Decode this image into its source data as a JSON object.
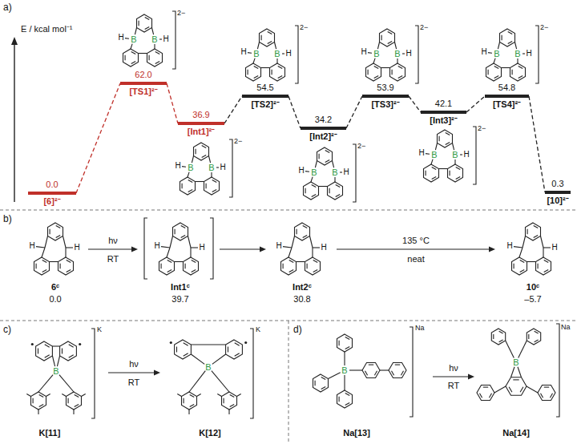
{
  "diagram": {
    "nodes": [
      {
        "text": [
          "0.0",
          "[6]²⁻"
        ]
      },
      {
        "text": [
          "62.0",
          "[TS1]²⁻"
        ]
      },
      {
        "text": [
          "36.9",
          "[Int1]²⁻"
        ]
      },
      {
        "text": [
          "54.5",
          "[TS2]²⁻"
        ]
      },
      {
        "text": [
          "34.2",
          "[Int2]²⁻"
        ]
      },
      {
        "text": [
          "53.9",
          "[TS3]²⁻"
        ]
      },
      {
        "text": [
          "42.1",
          "[Int3]²⁻"
        ]
      },
      {
        "text": [
          "54.8",
          "[TS4]²⁻"
        ]
      },
      {
        "text": [
          "0.3",
          "[10]²⁻"
        ]
      }
    ],
    "edges": [
      {
        "from": 0,
        "to": 1,
        "arrow": "none"
      },
      {
        "from": 1,
        "to": 2,
        "arrow": "none"
      },
      {
        "from": 2,
        "to": 3,
        "arrow": "none"
      },
      {
        "from": 3,
        "to": 4,
        "arrow": "none"
      },
      {
        "from": 4,
        "to": 5,
        "arrow": "none"
      },
      {
        "from": 5,
        "to": 6,
        "arrow": "none"
      },
      {
        "from": 6,
        "to": 7,
        "arrow": "none"
      },
      {
        "from": 7,
        "to": 8,
        "arrow": "none"
      }
    ],
    "labels": [
      "a)",
      "E / kcal mol⁻¹",
      "2−",
      "H",
      "B",
      "B",
      "H",
      "2−",
      "H",
      "B",
      "B",
      "H",
      "2−",
      "H",
      "B",
      "B",
      "H",
      "2−",
      "H",
      "B",
      "B",
      "H",
      "2−",
      "H",
      "B",
      "B",
      "H",
      "2−",
      "H",
      "B",
      "B",
      "H",
      "2−",
      "H",
      "B",
      "B",
      "H",
      "b)",
      "H",
      "H",
      "6ᶜ",
      "0.0",
      "hν",
      "RT",
      "H",
      "H",
      "Int1ᶜ",
      "39.7",
      "H",
      "H",
      "Int2ᶜ",
      "30.8",
      "135 °C",
      "neat",
      "H",
      "H",
      "10ᶜ",
      "–5.7",
      "c)",
      "B",
      "K",
      "K[11]",
      "hν",
      "RT",
      "B",
      "K",
      "K[12]",
      "d)",
      "B",
      "Na",
      "Na[13]",
      "hν",
      "RT",
      "B",
      "Na",
      "Na[14]"
    ]
  }
}
